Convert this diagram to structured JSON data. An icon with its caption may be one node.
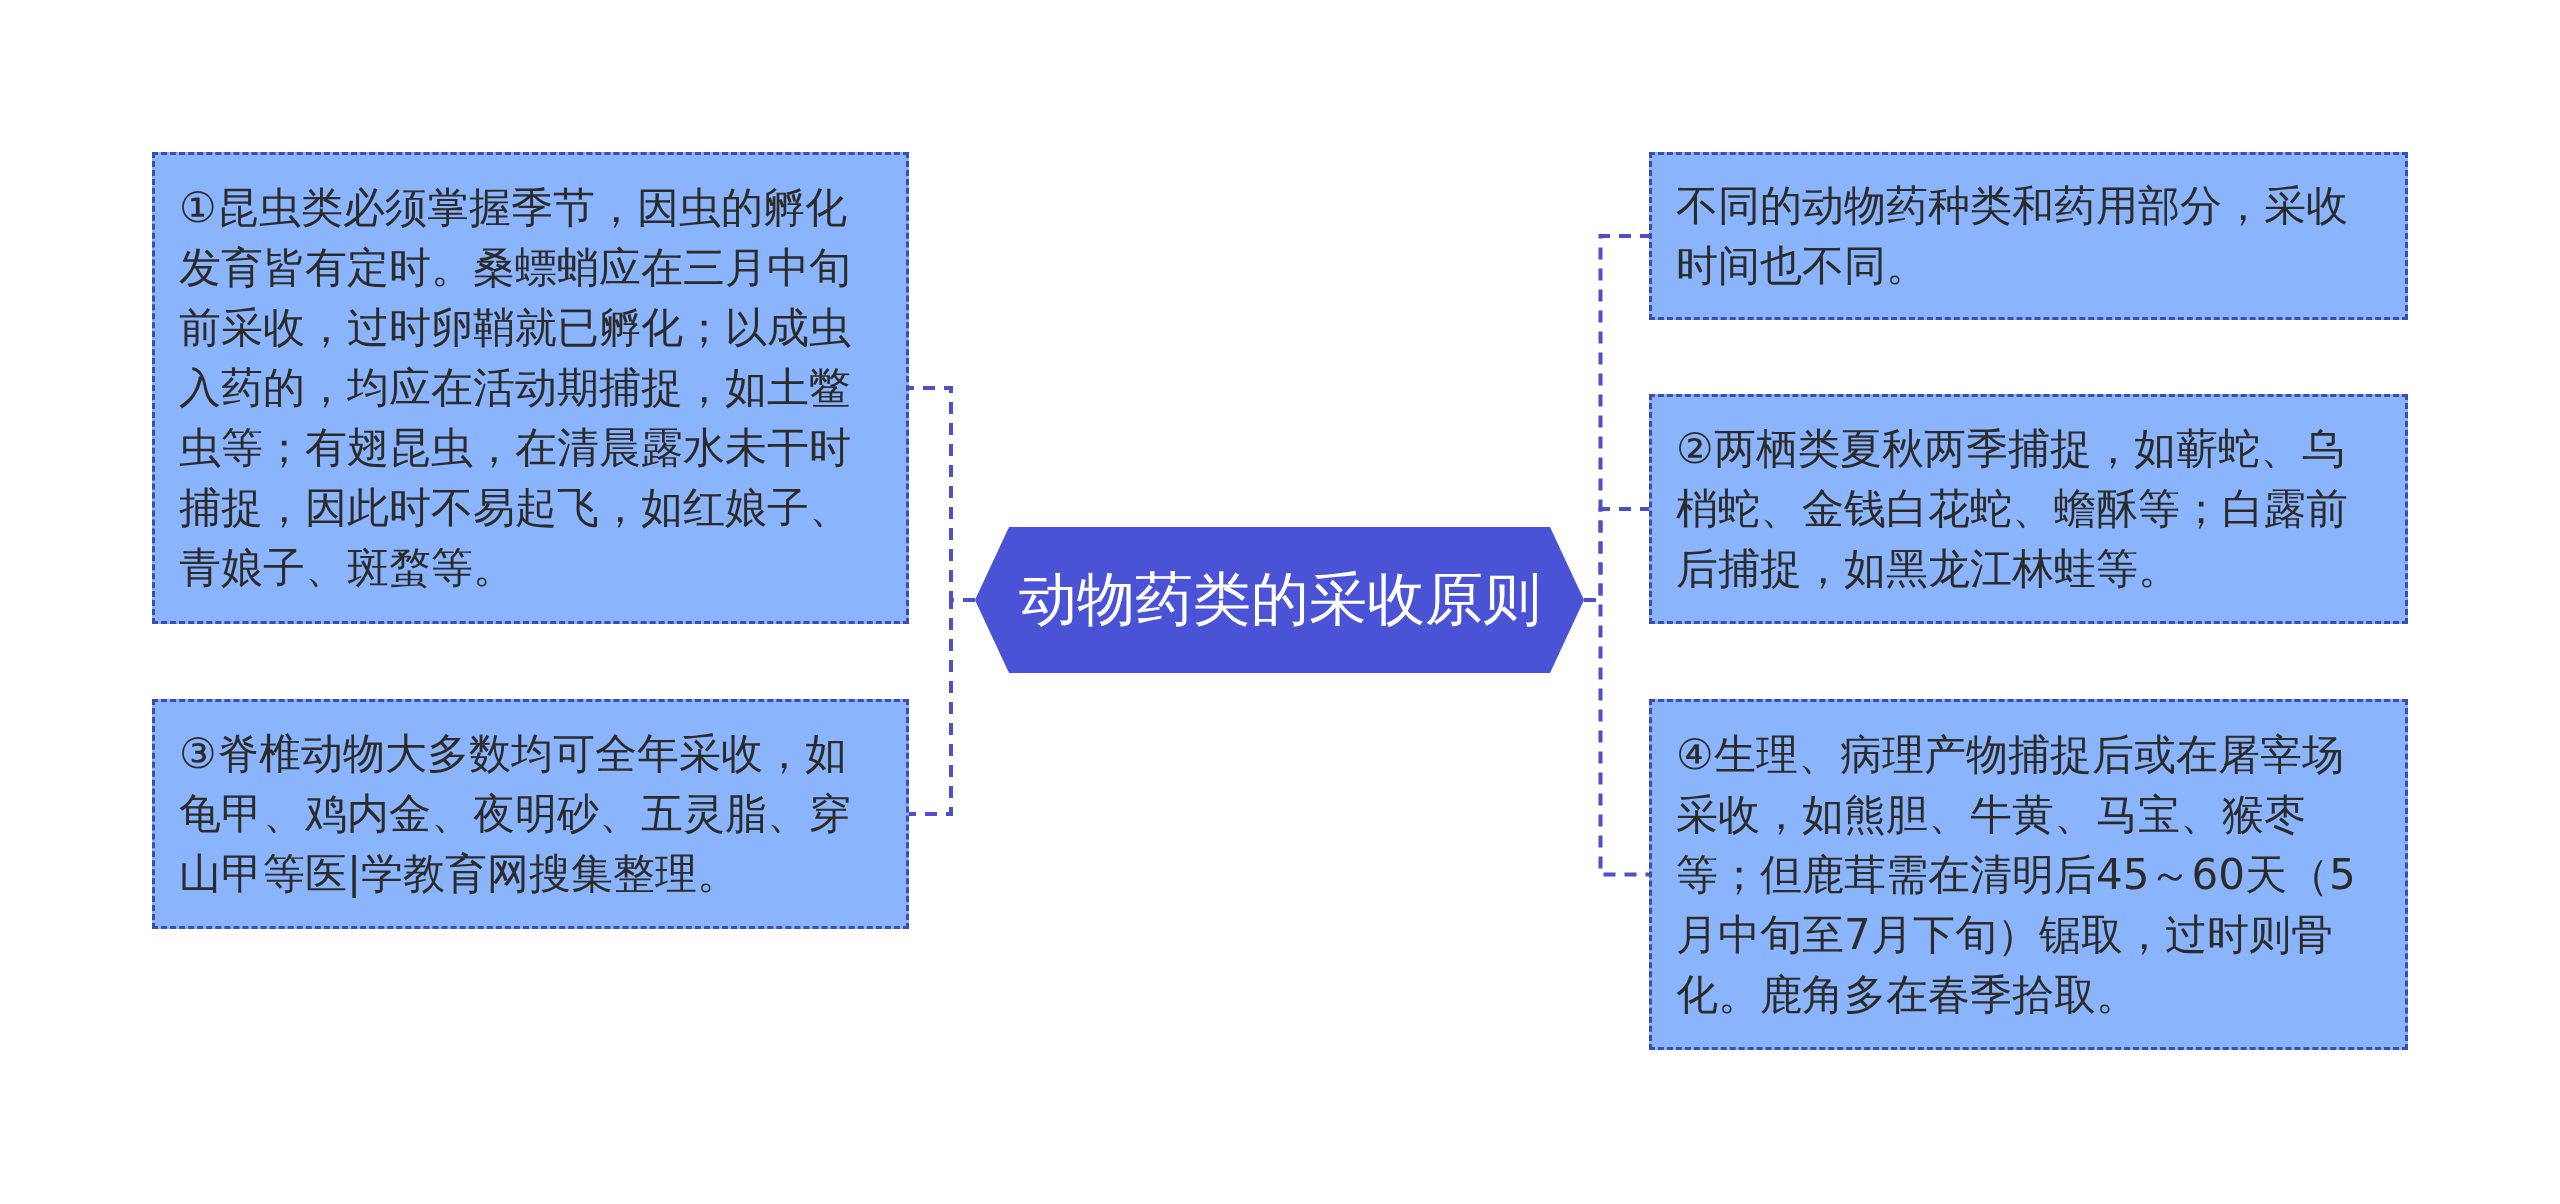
{
  "diagram": {
    "nodes": [
      {
        "text": [
          "动物药类的采收原则"
        ]
      },
      {
        "text": [
          "①昆虫类必须掌握季节，因虫的孵化发育皆有定时。桑螵蛸应在三月中旬前采收，过时卵鞘就已孵化；以成虫入药的，均应在活动期捕捉，如土鳖虫等；有翅昆虫，在清晨露水未干时捕捉，因此时不易起飞，如红娘子、青娘子、斑蝥等。"
        ]
      },
      {
        "text": [
          "③脊椎动物大多数均可全年采收，如龟甲、鸡内金、夜明砂、五灵脂、穿山甲等医|学教育网搜集整理。"
        ]
      },
      {
        "text": [
          "不同的动物药种类和药用部分，采收时间也不同。"
        ]
      },
      {
        "text": [
          "②两栖类夏秋两季捕捉，如蕲蛇、乌梢蛇、金钱白花蛇、蟾酥等；白露前后捕捉，如黑龙江林蛙等。"
        ]
      },
      {
        "text": [
          "④生理、病理产物捕捉后或在屠宰场采收，如熊胆、牛黄、马宝、猴枣等；但鹿茸需在清明后45～60天（5月中旬至7月下旬）锯取，过时则骨化。鹿角多在春季拾取。"
        ]
      }
    ],
    "edges": [
      {
        "from": 0,
        "to": 1,
        "arrow": "none",
        "style": "dashed"
      },
      {
        "from": 0,
        "to": 2,
        "arrow": "none",
        "style": "dashed"
      },
      {
        "from": 0,
        "to": 3,
        "arrow": "none",
        "style": "dashed"
      },
      {
        "from": 0,
        "to": 4,
        "arrow": "none",
        "style": "dashed"
      },
      {
        "from": 0,
        "to": 5,
        "arrow": "none",
        "style": "dashed"
      }
    ]
  }
}
